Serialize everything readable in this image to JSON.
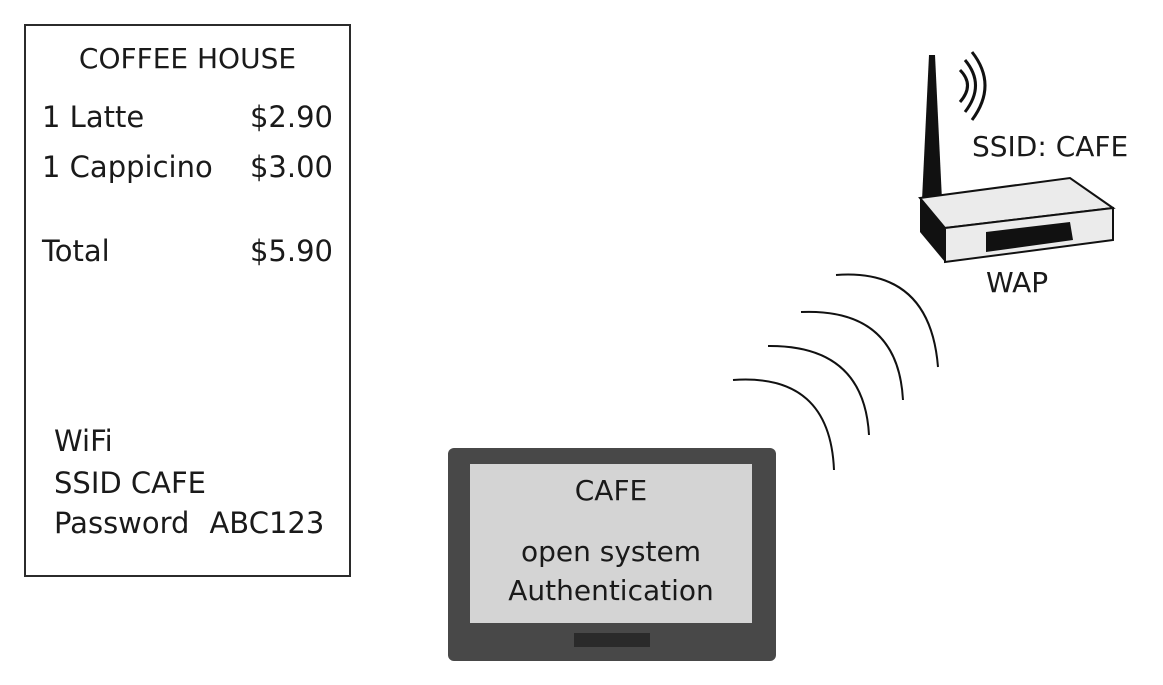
{
  "receipt": {
    "title": "COFFEE HOUSE",
    "items": [
      {
        "name": "1 Latte",
        "price": "$2.90"
      },
      {
        "name": "1 Cappicino",
        "price": "$3.00"
      }
    ],
    "total": {
      "name": "Total",
      "price": "$5.90"
    },
    "wifi": {
      "heading": "WiFi",
      "ssid": "SSID CAFE",
      "password_label": "Password",
      "password_value": "ABC123"
    }
  },
  "access_point": {
    "ssid_label": "SSID: CAFE",
    "device_label": "WAP"
  },
  "tablet": {
    "network_name": "CAFE",
    "auth_line1": "open system",
    "auth_line2": "Authentication"
  },
  "colors": {
    "stroke": "#1a1a1a",
    "tablet_frame": "#484848",
    "tablet_screen": "#d4d4d4",
    "router_body": "#ebebeb",
    "router_dark": "#111111"
  },
  "icons": [
    "receipt",
    "wireless-access-point-icon",
    "radio-waves-icon",
    "tablet-icon"
  ]
}
